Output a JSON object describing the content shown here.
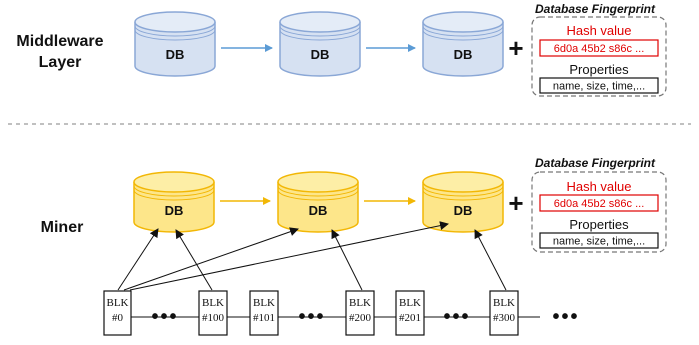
{
  "middleware": {
    "label_line1": "Middleware",
    "label_line2": "Layer",
    "db_labels": [
      "DB",
      "DB",
      "DB"
    ],
    "db_fill": "#d6e1f2",
    "db_stroke": "#8aa7d6",
    "arrow_color": "#5b9bd5"
  },
  "miner": {
    "label": "Miner",
    "db_labels": [
      "DB",
      "DB",
      "DB"
    ],
    "db_fill": "#fde68a",
    "db_stroke": "#f2b705",
    "arrow_color": "#f2b705"
  },
  "fingerprint": {
    "title": "Database Fingerprint",
    "hash_label": "Hash value",
    "hash_value": "6d0a 45b2 s86c ...",
    "props_label": "Properties",
    "props_value": "name, size, time,..."
  },
  "plus_sign": "+",
  "blocks": [
    {
      "line1": "BLK",
      "line2": "#0"
    },
    {
      "line1": "BLK",
      "line2": "#100"
    },
    {
      "line1": "BLK",
      "line2": "#101"
    },
    {
      "line1": "BLK",
      "line2": "#200"
    },
    {
      "line1": "BLK",
      "line2": "#201"
    },
    {
      "line1": "BLK",
      "line2": "#300"
    }
  ],
  "ellipsis": "•••",
  "colors": {
    "hash_red": "#e00000",
    "divider": "#9a9a9a"
  }
}
